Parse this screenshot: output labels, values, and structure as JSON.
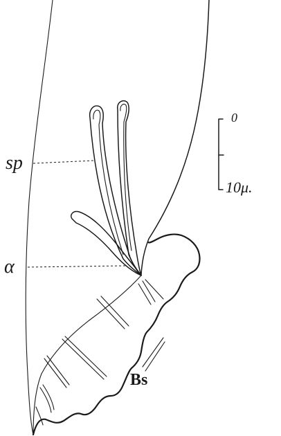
{
  "labels": {
    "sp": "sp",
    "alpha": "α",
    "bs": "Bs"
  },
  "scale_bar": {
    "top_label": "0",
    "bottom_label": "10μ."
  }
}
